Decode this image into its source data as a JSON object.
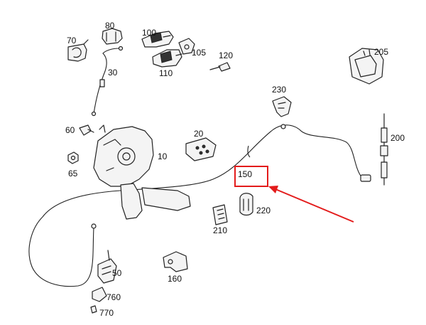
{
  "labels": {
    "p10": "10",
    "p20": "20",
    "p30": "30",
    "p50": "50",
    "p60": "60",
    "p65": "65",
    "p70": "70",
    "p80": "80",
    "p100": "100",
    "p105": "105",
    "p110": "110",
    "p120": "120",
    "p150": "150",
    "p160": "160",
    "p200": "200",
    "p205": "205",
    "p210": "210",
    "p220": "220",
    "p230": "230",
    "p760": "760",
    "p770": "770"
  },
  "colors": {
    "highlight": "#e31b1b",
    "line": "#222222"
  }
}
